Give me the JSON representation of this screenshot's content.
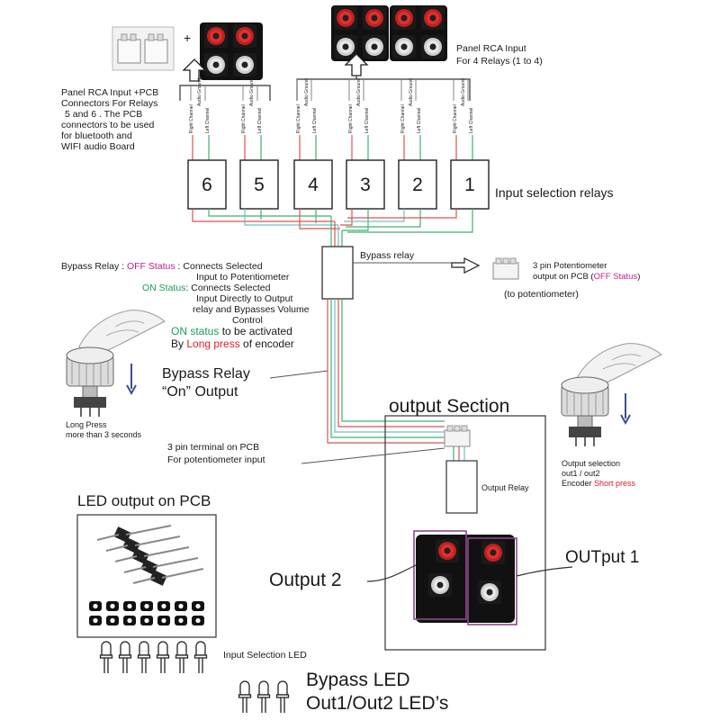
{
  "colors": {
    "magenta": "#c0208c",
    "green": "#1e9a5a",
    "red": "#d92020",
    "blue": "#1a2f9a",
    "wire_red": "#e05050",
    "wire_green": "#40b070",
    "wire_teal": "#70c0c0",
    "box_purple": "#8a4a8a"
  },
  "labels": {
    "plus": "+",
    "rca56_line1": "Panel RCA Input +PCB",
    "rca56_line2": "Connectors For Relays",
    "rca56_line3": "5 and 6 . The PCB",
    "rca56_line4": "connectors to be used",
    "rca56_line5": "for bluetooth and",
    "rca56_line6": "WIFI audio Board",
    "rca14_line1": "Panel RCA Input",
    "rca14_line2": "For 4 Relays (1 to 4)",
    "input_relays": "Input selection relays",
    "bypass_relay": "Bypass relay",
    "pot_out_line1": "3 pin Potentiometer",
    "pot_out_line2a": "output on PCB (",
    "pot_out_off": "OFF Status",
    "pot_out_line2b": ")",
    "to_pot": "(to potentiometer)",
    "bp_prefix": "Bypass Relay : ",
    "bp_off": "OFF Status",
    "bp_off_rest": " : Connects Selected",
    "bp_off_line2": "Input to Potentiometer",
    "bp_on": "ON Status",
    "bp_on_rest": ": Connects Selected",
    "bp_on_line2": "Input Directly to Output",
    "bp_on_line3": "relay and Bypasses Volume",
    "bp_on_line4": "Control",
    "on_status": "ON status",
    "on_status_rest": " to be activated",
    "by": "By ",
    "long_press": "Long press",
    "of_encoder": " of encoder",
    "bypass_on_line1": "Bypass Relay",
    "bypass_on_line2": "“On”  Output",
    "long_press_line1": "Long Press",
    "long_press_line2": "more than 3 seconds",
    "output_section": "output Section",
    "pcb_term_line1": "3 pin terminal on PCB",
    "pcb_term_line2": "For potentiometer input",
    "output_relay": "Output Relay",
    "out_sel_line1": "Output selection",
    "out_sel_line2": "out1 / out2",
    "out_sel_line3": "Encoder ",
    "short_press": "Short press",
    "led_output": "LED output on PCB",
    "output2": "Output 2",
    "output1": "OUTput 1",
    "input_led": "Input Selection LED",
    "bypass_led": "Bypass LED",
    "out_leds": "Out1/Out2 LED’s"
  },
  "relays": [
    "6",
    "5",
    "4",
    "3",
    "2",
    "1"
  ],
  "wire_labels": {
    "right": "Right Channel",
    "ground": "Audio Ground",
    "left": "Left Channel"
  }
}
